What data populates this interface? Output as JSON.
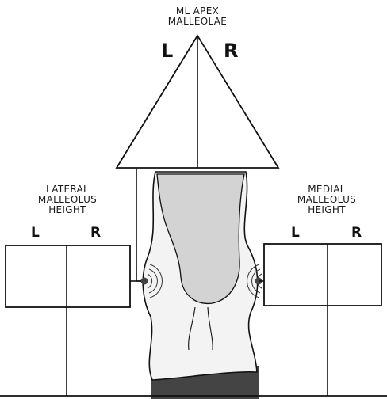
{
  "apex": {
    "line1": "ML APEX",
    "line2": "MALLEOLAE",
    "left": "L",
    "right": "R"
  },
  "lateral": {
    "line1": "LATERAL",
    "line2": "MALLEOLUS",
    "line3": "HEIGHT",
    "left": "L",
    "right": "R"
  },
  "medial": {
    "line1": "MEDIAL",
    "line2": "MALLEOLUS",
    "line3": "HEIGHT",
    "left": "L",
    "right": "R"
  },
  "colors": {
    "stroke": "#111111",
    "leg_fill": "#f2f2f2",
    "shin_fill": "#d2d2d2",
    "shoe": "#444444"
  }
}
